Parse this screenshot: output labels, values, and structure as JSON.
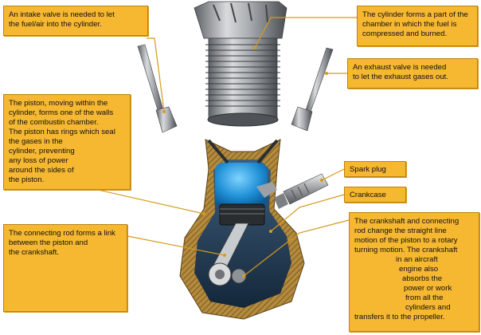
{
  "colors": {
    "callout_fill": "#f6b731",
    "leader_line": "#d69a1c",
    "crankcase_outline": "#8a6a2e",
    "combustion_chamber": "#1f8fd6"
  },
  "callouts": {
    "intake_valve": {
      "lines": [
        "An intake valve is needed to let",
        "the fuel/air into the cylinder."
      ]
    },
    "cylinder": {
      "lines": [
        "The cylinder forms a part of the",
        "chamber in which the fuel is",
        "compressed and burned."
      ]
    },
    "exhaust_valve": {
      "lines": [
        "An exhaust valve is needed",
        "to let the exhaust gases out."
      ]
    },
    "piston": {
      "lines": [
        "The piston, moving within the",
        "cylinder, forms one of the walls",
        "of the combustin chamber.",
        "The piston has rings which seal",
        "the gases in the",
        "cylinder, preventing",
        "any loss of power",
        "around the sides of",
        "the piston."
      ]
    },
    "spark_plug": {
      "lines": [
        "Spark plug"
      ]
    },
    "crankcase": {
      "lines": [
        "Crankcase"
      ]
    },
    "connecting_rod": {
      "lines": [
        "The connecting rod forms a link",
        "between the piston and",
        "the crankshaft."
      ]
    },
    "crankshaft": {
      "lines": [
        "The crankshaft and connecting",
        "rod change the straight line",
        "motion of the piston to a rotary",
        "turning motion. The crankshaft",
        "in an aircraft",
        "engine also",
        "absorbs the",
        "power or work",
        "from all the",
        "cylinders and",
        "transfers it to the propeller."
      ]
    }
  }
}
